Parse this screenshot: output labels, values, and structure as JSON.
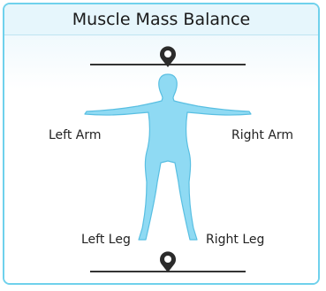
{
  "panel": {
    "title": "Muscle Mass Balance"
  },
  "labels": {
    "left_arm": "Left Arm",
    "right_arm": "Right Arm",
    "left_leg": "Left Leg",
    "right_leg": "Right Leg"
  },
  "markers": {
    "upper_body_balance_icon": "balance-marker-icon",
    "lower_body_balance_icon": "balance-marker-icon"
  },
  "colors": {
    "frame_border": "#6fd1ec",
    "body_fill": "#8fdaf3",
    "body_stroke": "#59bfe2",
    "scale_line": "#333333",
    "marker": "#2b2b2b"
  }
}
